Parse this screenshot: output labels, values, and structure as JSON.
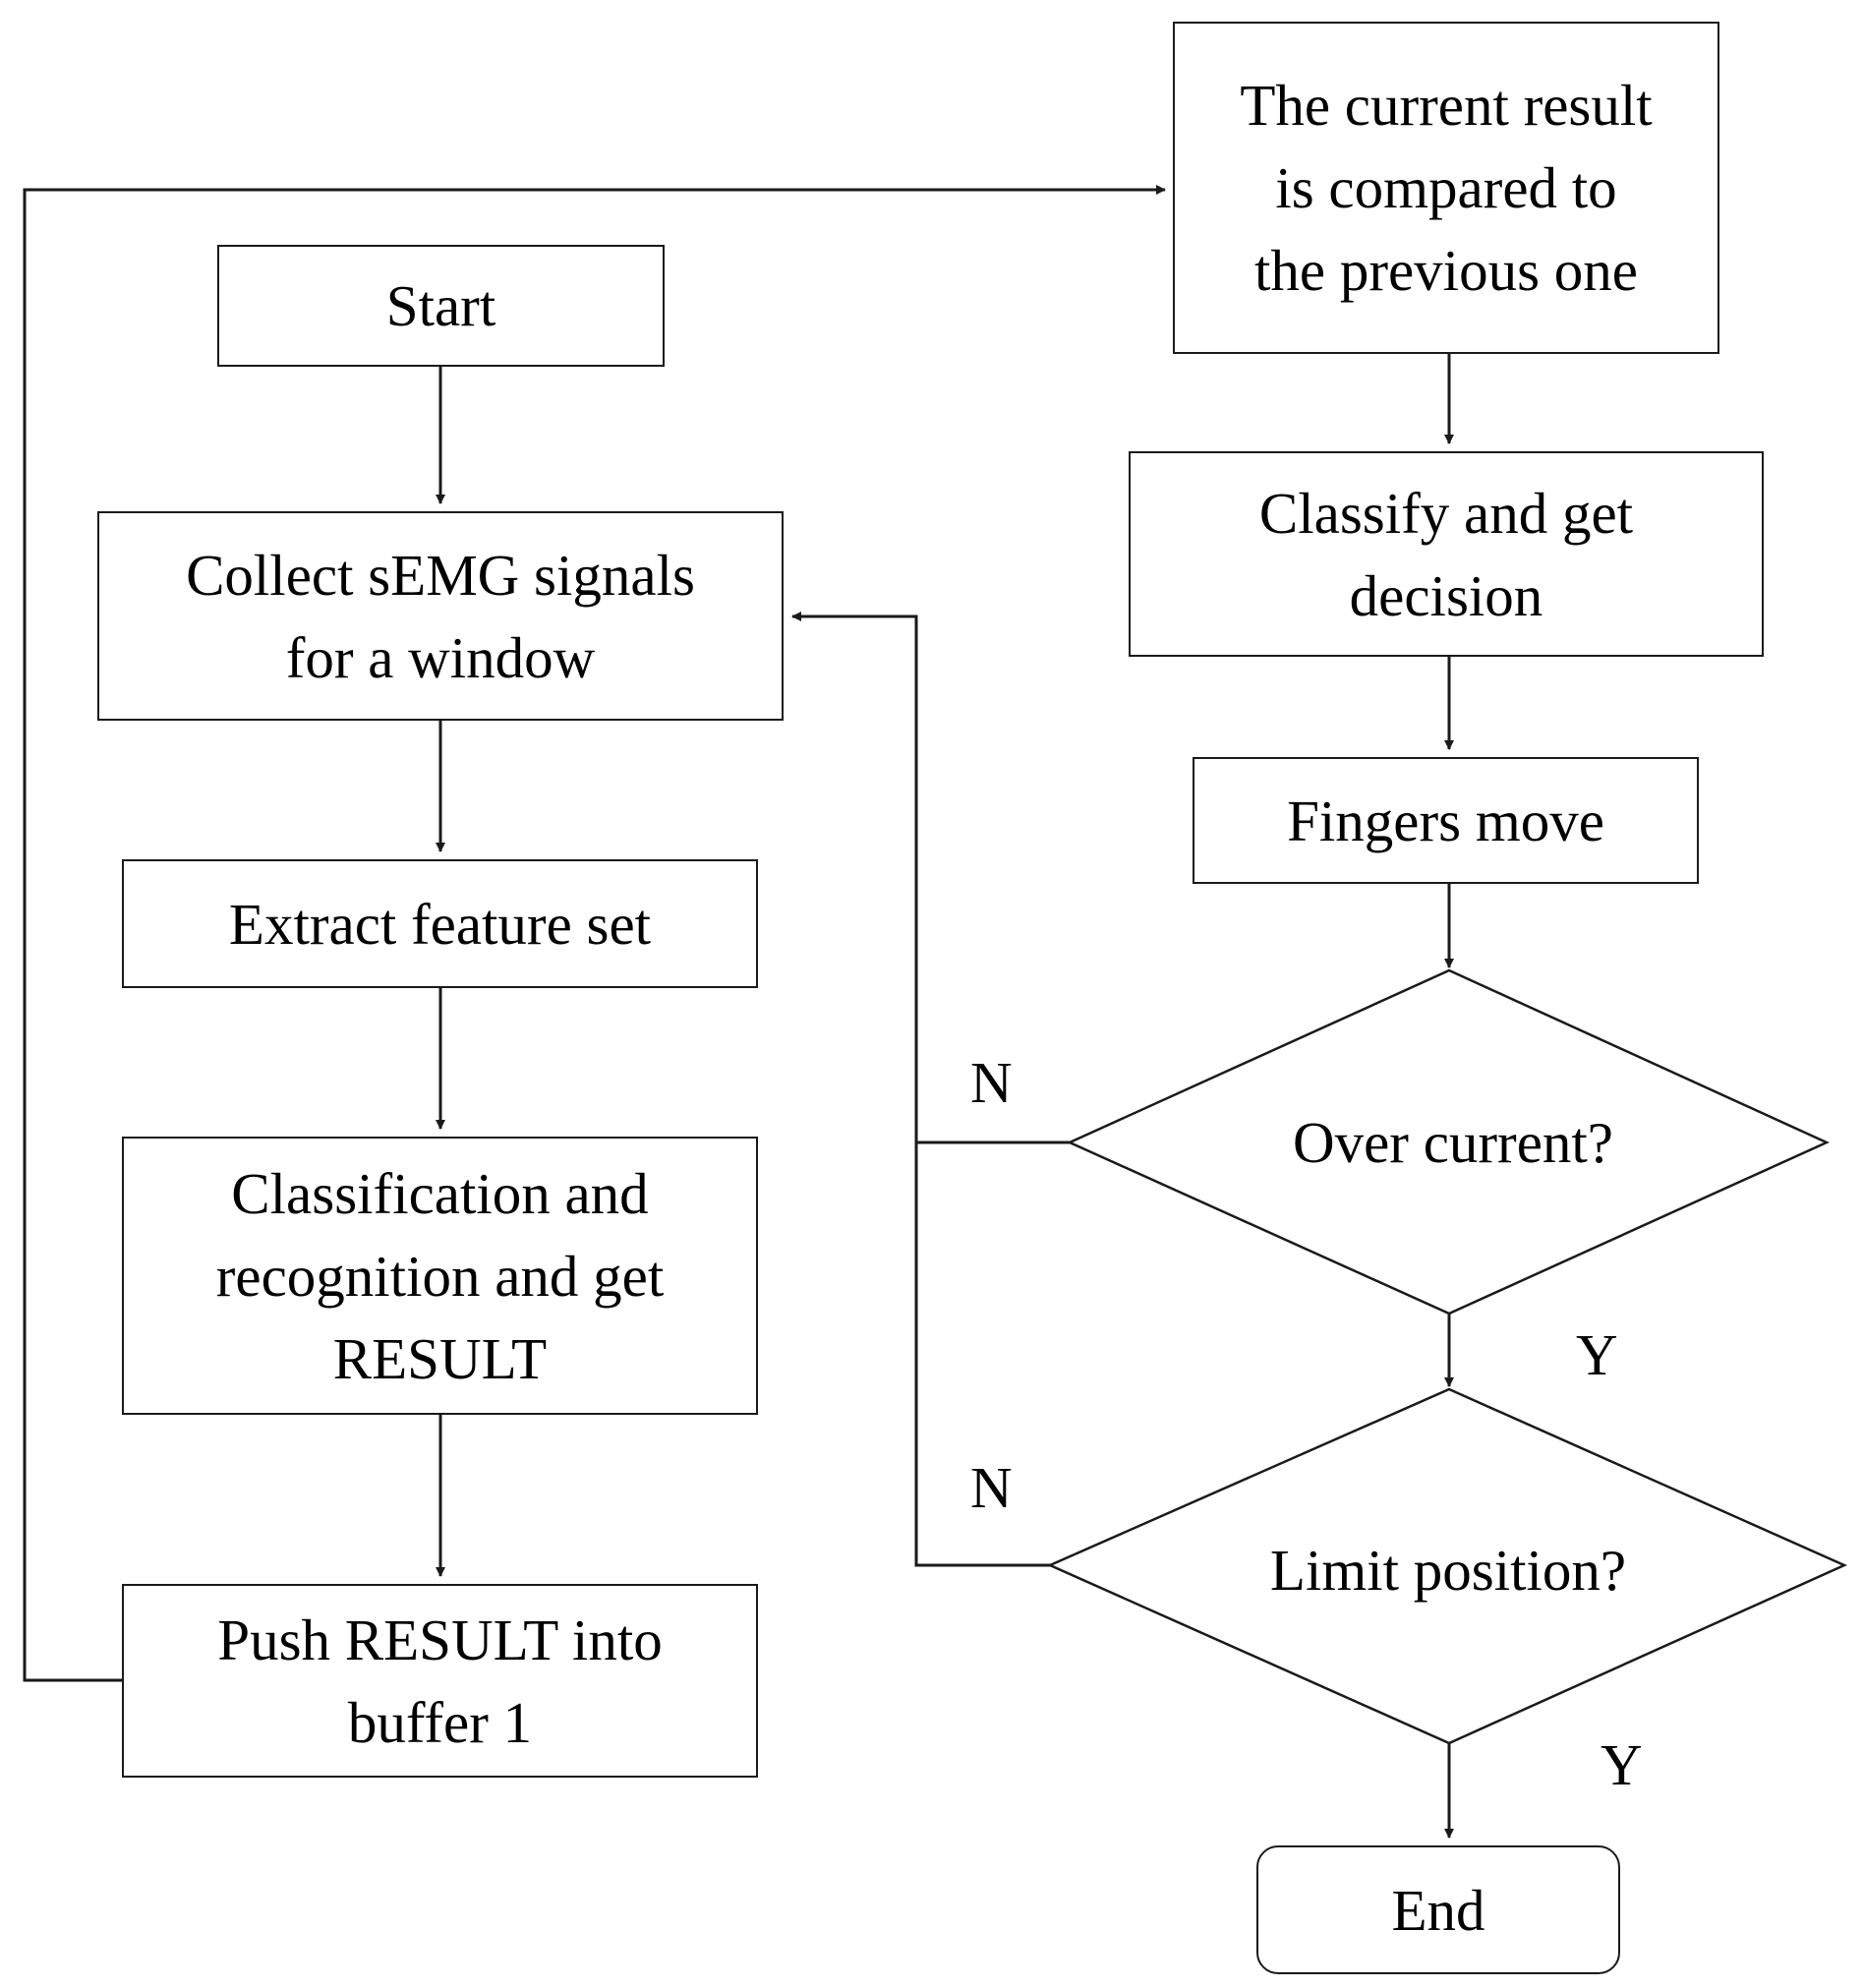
{
  "nodes": {
    "start": "Start",
    "collect": "Collect sEMG signals\nfor a window",
    "extract": "Extract feature set",
    "classification": "Classification and\nrecognition and get\nRESULT",
    "push": "Push RESULT into\nbuffer 1",
    "compare": "The current result\nis compared to\nthe previous one",
    "classify": "Classify and get\ndecision",
    "fingers": "Fingers move",
    "over_current": "Over current?",
    "limit_position": "Limit position?",
    "end": "End"
  },
  "edge_labels": {
    "over_current_no": "N",
    "over_current_yes": "Y",
    "limit_position_no": "N",
    "limit_position_yes": "Y"
  }
}
